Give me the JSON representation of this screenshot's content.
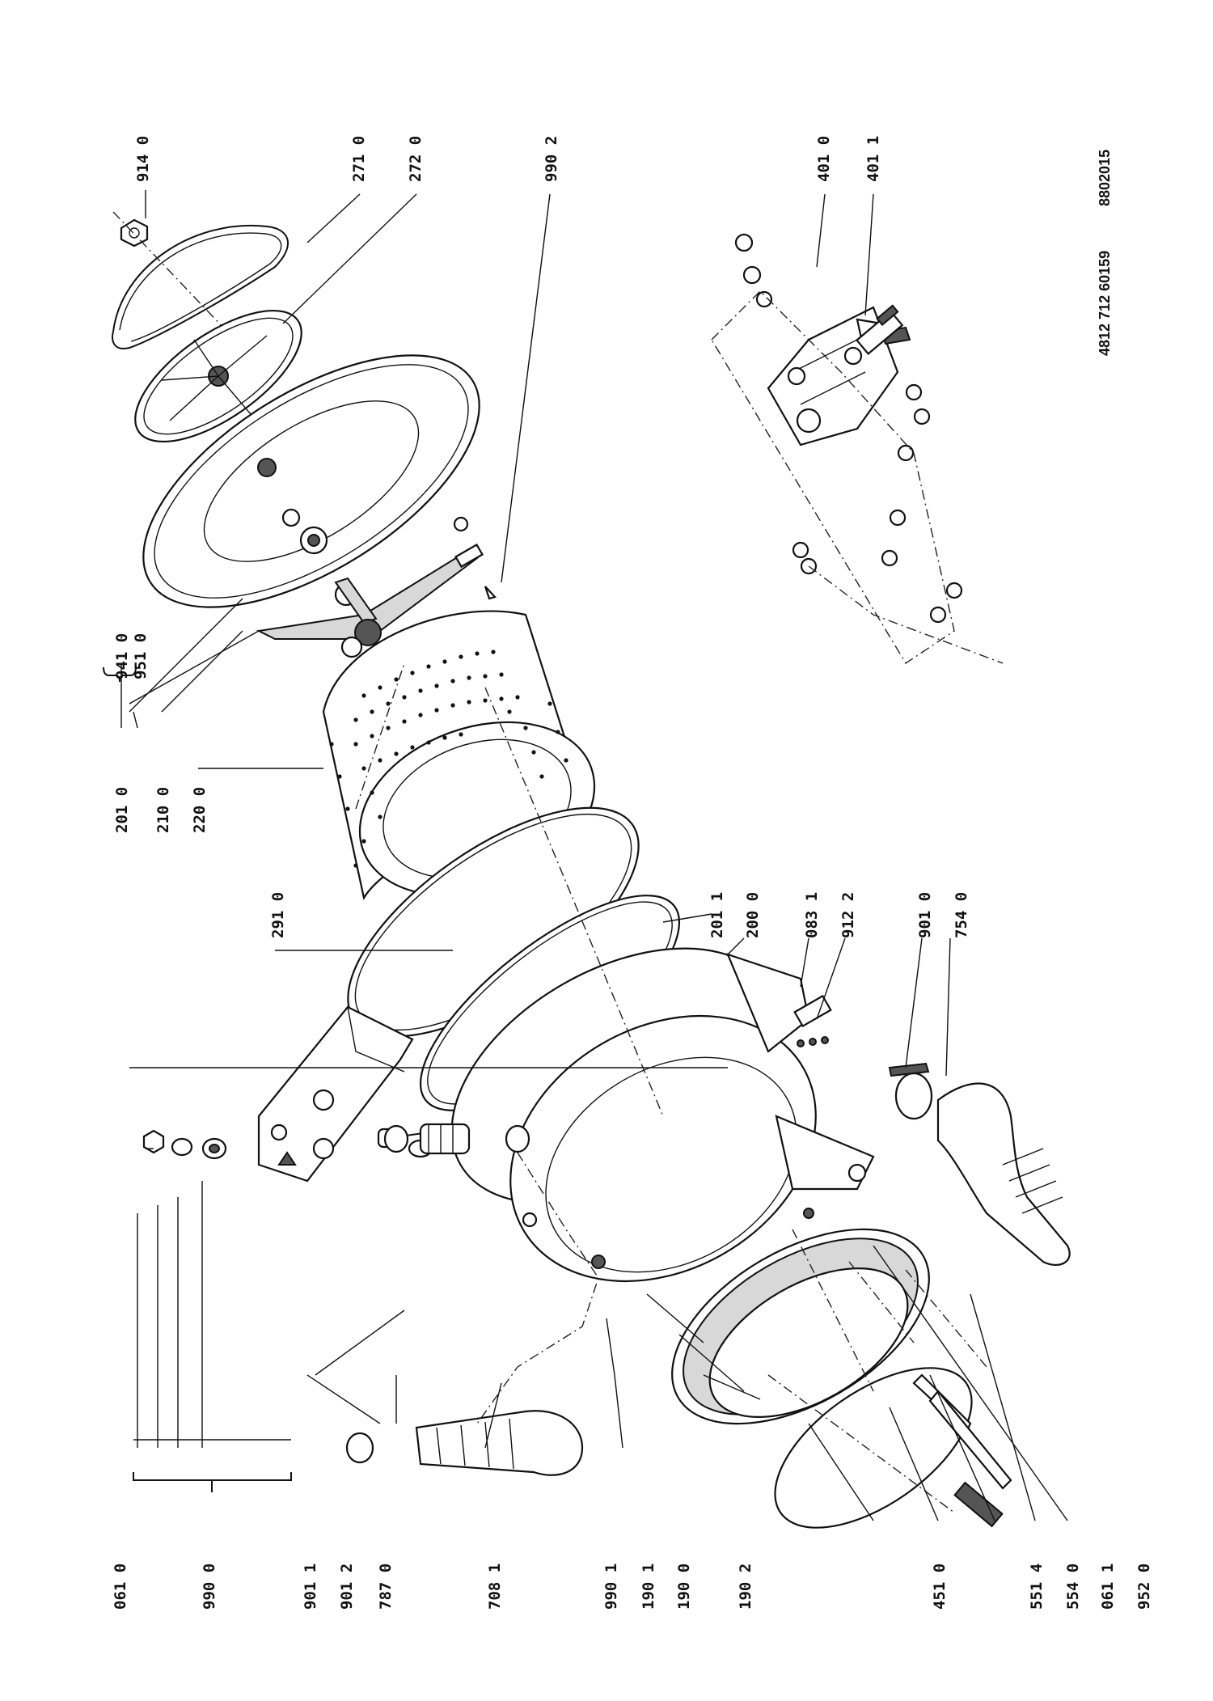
{
  "labels": {
    "l_061_0": "061 0",
    "l_990_0": "990 0",
    "l_901_1": "901 1",
    "l_901_2": "901 2",
    "l_787_0": "787 0",
    "l_708_1": "708 1",
    "l_990_1": "990 1",
    "l_190_1": "190 1",
    "l_190_0": "190 0",
    "l_190_2": "190 2",
    "l_451_0": "451 0",
    "l_551_4": "551 4",
    "l_554_0": "554 0",
    "l_061_1": "061 1",
    "l_952_0": "952 0",
    "l_201_0": "201 0",
    "l_941_0": "941 0",
    "l_951_0": "951 0",
    "l_210_0": "210 0",
    "l_220_0": "220 0",
    "l_291_0": "291 0",
    "l_201_1": "201 1",
    "l_200_0": "200 0",
    "l_083_1": "083 1",
    "l_912_2": "912 2",
    "l_901_0": "901 0",
    "l_754_0": "754 0",
    "l_914_0": "914 0",
    "l_271_0": "271 0",
    "l_272_0": "272 0",
    "l_990_2": "990 2",
    "l_401_0": "401 0",
    "l_401_1": "401 1"
  },
  "footer": {
    "part_number": "4812 712 60159",
    "drawing_code": "8802015"
  }
}
